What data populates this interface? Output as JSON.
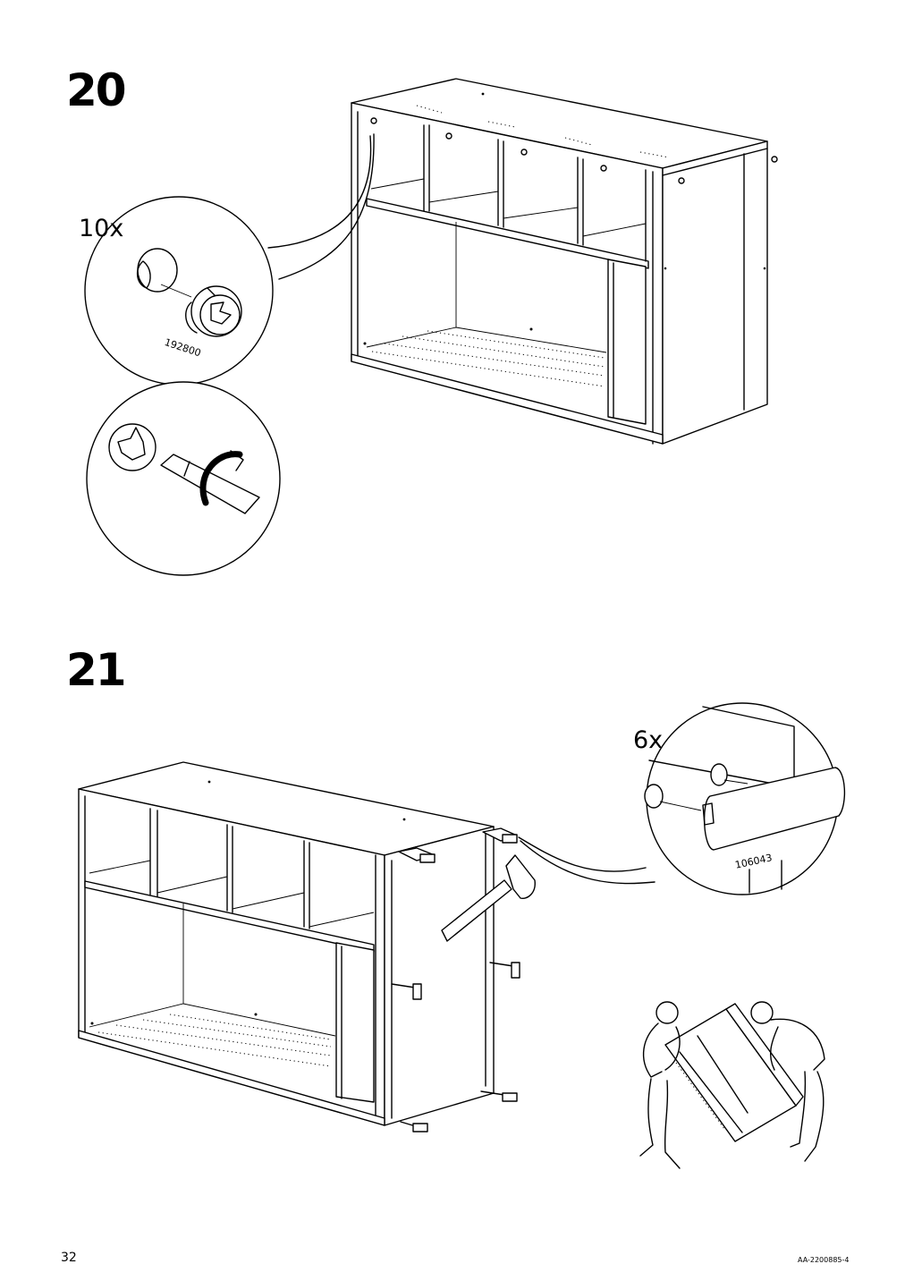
{
  "step20": {
    "number": "20",
    "quantity": "10x",
    "part_number": "192800",
    "illustration": "cabinet-cam-lock-installation"
  },
  "step21": {
    "number": "21",
    "quantity": "6x",
    "part_number": "106043",
    "illustration": "cabinet-wood-dowel-insertion"
  },
  "footer": {
    "page_number": "32",
    "document_id": "AA-2200885-4"
  }
}
